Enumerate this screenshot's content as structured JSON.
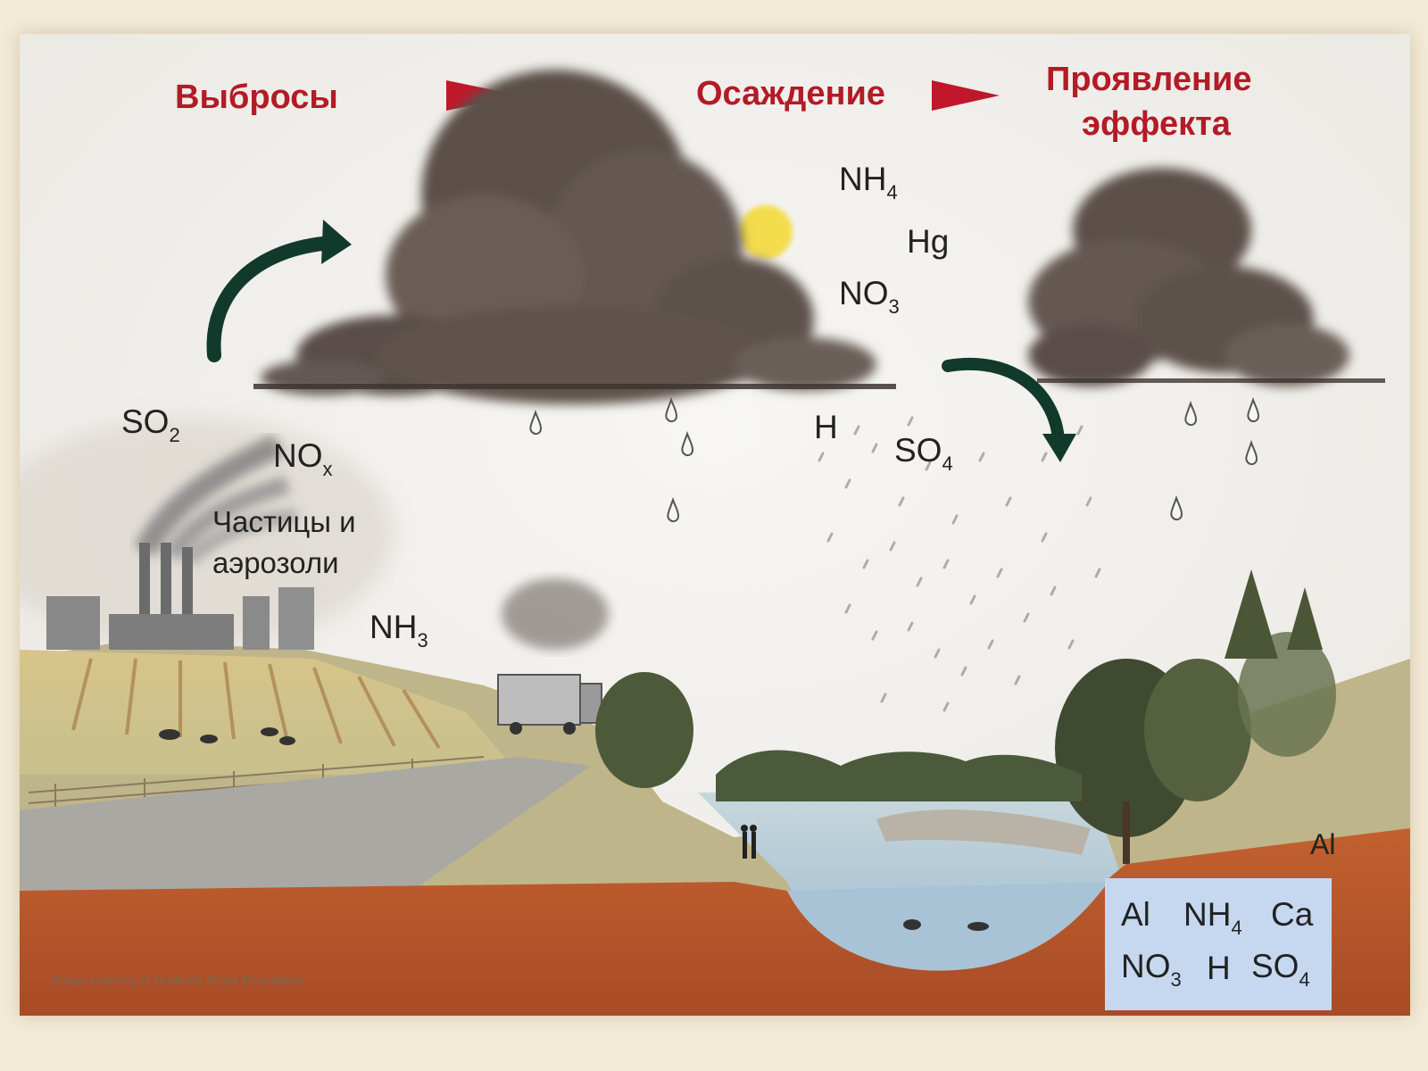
{
  "stages": {
    "emissions": "Выбросы",
    "deposition": "Осаждение",
    "effect_line1": "Проявление",
    "effect_line2": "эффекта"
  },
  "chemicals": {
    "so2": {
      "base": "SO",
      "sub": "2"
    },
    "nox": {
      "base": "NO",
      "sub": "x"
    },
    "nh3": {
      "base": "NH",
      "sub": "3"
    },
    "nh4_sky": {
      "base": "NH",
      "sub": "4"
    },
    "hg": {
      "base": "Hg",
      "sub": ""
    },
    "no3_sky": {
      "base": "NO",
      "sub": "3"
    },
    "h_rain": {
      "base": "H",
      "sub": ""
    },
    "so4_rain": {
      "base": "SO",
      "sub": "4"
    },
    "al_soil": {
      "base": "Al",
      "sub": ""
    }
  },
  "particles_text": "Частицы и аэрозоли",
  "water_box": {
    "row1": [
      {
        "base": "Al",
        "sub": ""
      },
      {
        "base": "NH",
        "sub": "4"
      },
      {
        "base": "Ca",
        "sub": ""
      }
    ],
    "row2": [
      {
        "base": "NO",
        "sub": "3"
      },
      {
        "base": "H",
        "sub": ""
      },
      {
        "base": "SO",
        "sub": "4"
      }
    ]
  },
  "credit": "Image courtesy of Hubbard Brook Foundation",
  "colors": {
    "stage_text": "#b31b26",
    "arrow_stage": "#c0182a",
    "arrow_flow": "#123a2c",
    "cloud": "#5a4d46",
    "soil": "#b0502a",
    "water": "#a9c3d6",
    "sun": "#f3dd4d"
  },
  "icons": [
    "sun-icon",
    "smokestack-icon",
    "truck-icon",
    "tree-icon",
    "raindrop-icon",
    "cow-icon",
    "person-icon",
    "fish-icon"
  ]
}
